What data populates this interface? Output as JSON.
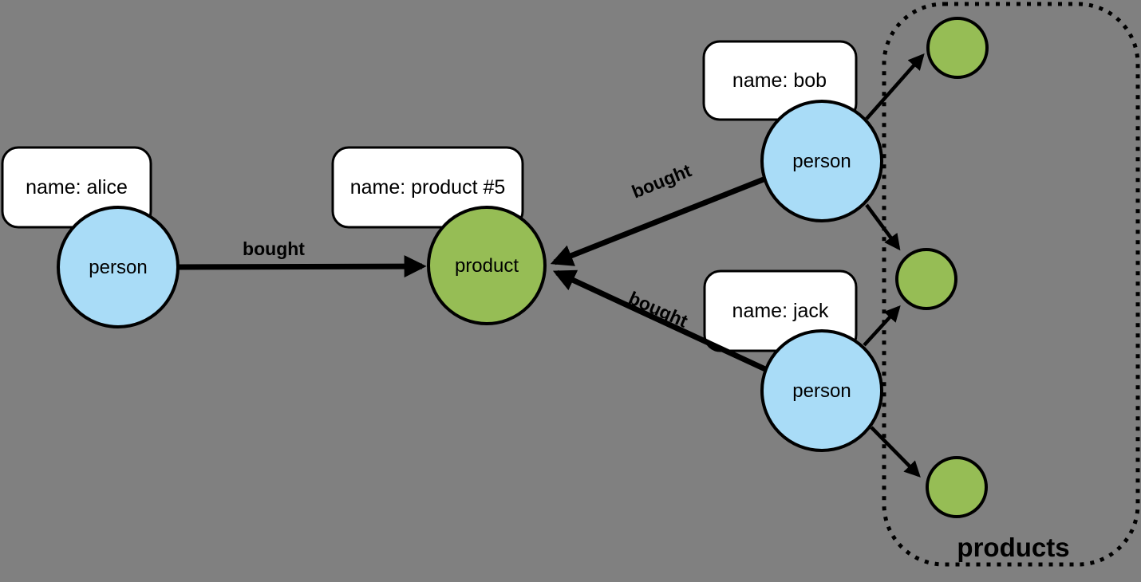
{
  "diagram": {
    "background_color": "#808080",
    "colors": {
      "person_fill": "#A9DCF7",
      "product_fill": "#96BD55",
      "line": "#000000",
      "label_box_fill": "#FFFFFF"
    },
    "nodes": {
      "alice": {
        "type_label": "person",
        "property": "name: alice"
      },
      "bob": {
        "type_label": "person",
        "property": "name: bob"
      },
      "jack": {
        "type_label": "person",
        "property": "name: jack"
      },
      "product": {
        "type_label": "product",
        "property": "name: product #5"
      }
    },
    "edges": {
      "alice_product": {
        "label": "bought"
      },
      "bob_product": {
        "label": "bought"
      },
      "jack_product": {
        "label": "bought"
      }
    },
    "group": {
      "label": "products"
    }
  }
}
